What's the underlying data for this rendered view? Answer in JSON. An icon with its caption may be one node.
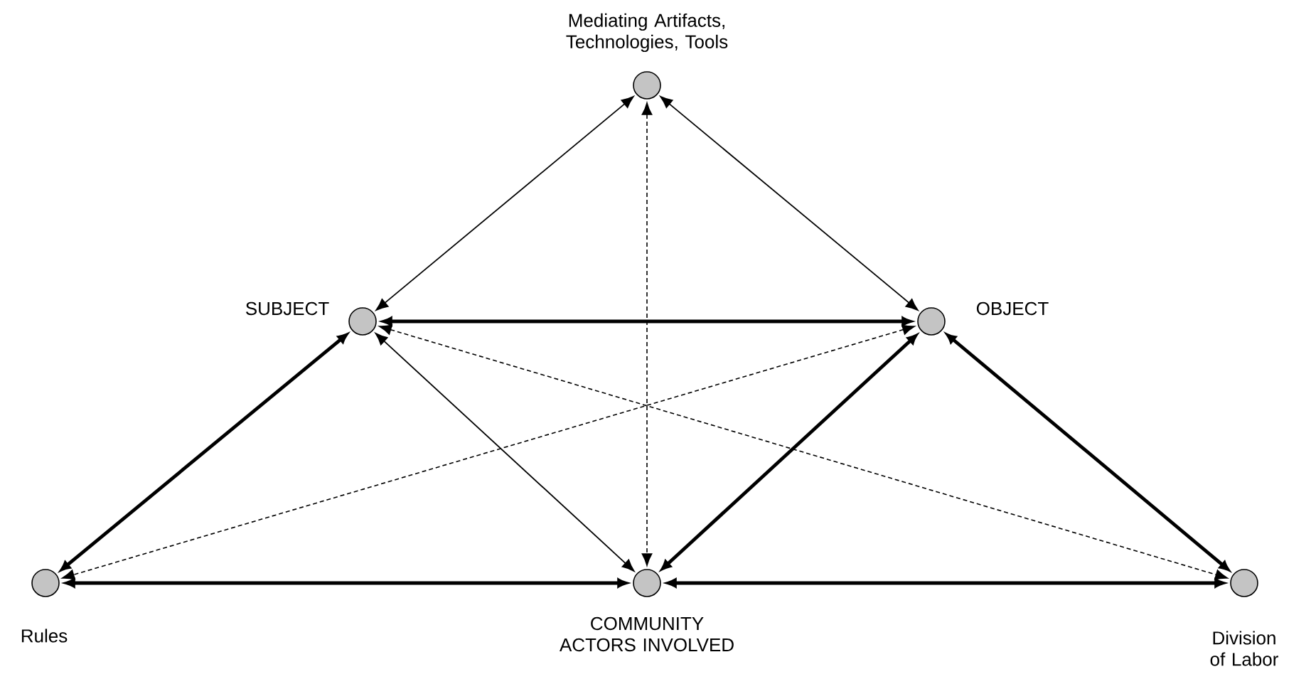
{
  "diagram": {
    "nodes": [
      {
        "text": [
          "Mediating Artifacts, Technologies, Tools"
        ]
      },
      {
        "text": [
          "SUBJECT"
        ]
      },
      {
        "text": [
          "OBJECT"
        ]
      },
      {
        "text": [
          "Rules"
        ]
      },
      {
        "text": [
          "COMMUNITY ACTORS INVOLVED"
        ]
      },
      {
        "text": [
          "Division of Labor"
        ]
      }
    ],
    "edges": [
      {
        "from": 0,
        "to": 1,
        "arrow": "both"
      },
      {
        "from": 0,
        "to": 2,
        "arrow": "both"
      },
      {
        "from": 0,
        "to": 4,
        "arrow": "both",
        "style": "dashed"
      },
      {
        "from": 1,
        "to": 2,
        "arrow": "both",
        "style": "thick"
      },
      {
        "from": 1,
        "to": 3,
        "arrow": "both",
        "style": "thick"
      },
      {
        "from": 1,
        "to": 4,
        "arrow": "both"
      },
      {
        "from": 1,
        "to": 5,
        "arrow": "both",
        "style": "dashed"
      },
      {
        "from": 2,
        "to": 3,
        "arrow": "both",
        "style": "dashed"
      },
      {
        "from": 2,
        "to": 4,
        "arrow": "both",
        "style": "thick"
      },
      {
        "from": 2,
        "to": 5,
        "arrow": "both",
        "style": "thick"
      },
      {
        "from": 3,
        "to": 4,
        "arrow": "both",
        "style": "thick"
      },
      {
        "from": 4,
        "to": 5,
        "arrow": "both",
        "style": "thick"
      }
    ]
  }
}
